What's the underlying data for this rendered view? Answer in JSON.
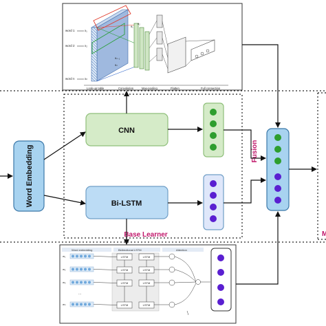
{
  "diagram": {
    "cnn_inset": {
      "word_labels": [
        "word 1",
        "word 2",
        "word n"
      ],
      "token_labels": [
        "x₁",
        "x₂",
        "xₙ"
      ],
      "stage_labels": [
        "Look-up table",
        "Convolution",
        "Max-pooling",
        "Flatten",
        "Full connection"
      ],
      "node_labels": [
        "θ₁",
        "θ₂",
        "θₙ₋₁",
        "θₙ"
      ]
    },
    "nodes": {
      "word_embedding": "Word Embedding",
      "cnn": "CNN",
      "bilstm": "Bi-LSTM",
      "fusion": "Fusion",
      "base_learner": "Base Learner",
      "right_partial": "M"
    },
    "lstm_inset": {
      "header_left": "Word embedding",
      "header_mid": "Bidirectional LSTM",
      "header_right": "Attention",
      "token_labels": [
        "w₁",
        "w₂",
        "w₃",
        "wₙ"
      ],
      "cell_label": "LSTM",
      "dots": "..."
    },
    "colors": {
      "cnn_fill": "#d5ebc8",
      "cnn_stroke": "#8fbf7a",
      "bilstm_fill": "#bcdcf5",
      "bilstm_stroke": "#6f9ec6",
      "green_dot": "#2e9e2e",
      "purple_dot": "#5a1fd1",
      "embed_fill": "#a8d3f0",
      "embed_stroke": "#3a77a8",
      "fusion_text": "#c0166a",
      "base_learner_text": "#c0166a"
    }
  }
}
